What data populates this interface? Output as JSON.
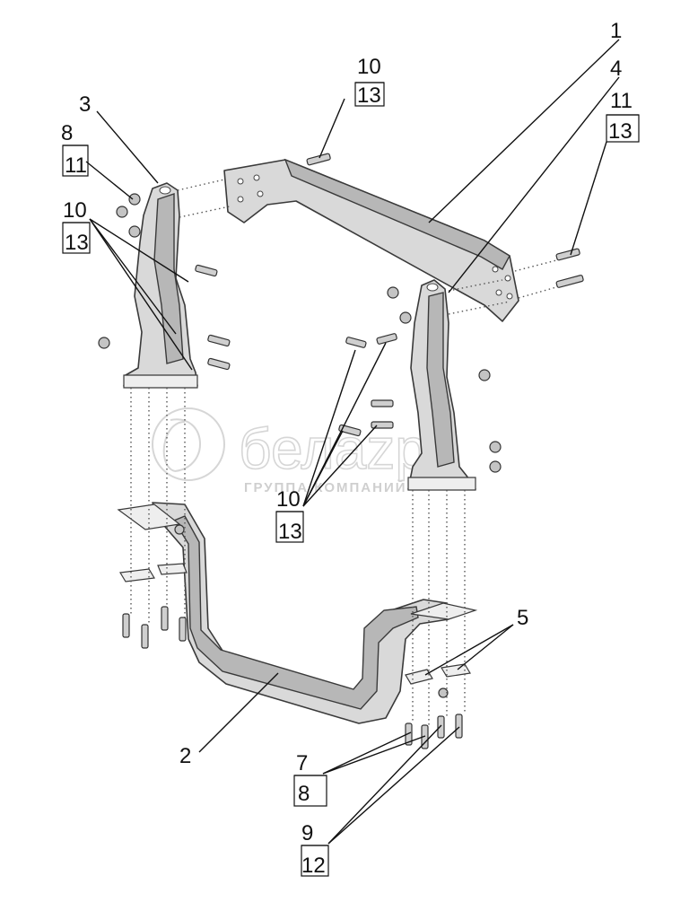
{
  "diagram": {
    "callouts": {
      "c1": "1",
      "c2": "2",
      "c3": "3",
      "c4": "4",
      "c5": "5",
      "c7": "7",
      "c8_top": "8",
      "c8_bottom": "8",
      "c9": "9",
      "c10_top": "10",
      "c10_left": "10",
      "c10_mid": "10",
      "c11_left": "11",
      "c11_right": "11",
      "c12": "12",
      "c13_top": "13",
      "c13_left": "13",
      "c13_right": "13",
      "c13_mid": "13"
    },
    "watermark": {
      "brand": "белаzро",
      "subtitle": "ГРУППА КОМПАНИЙ"
    },
    "colors": {
      "part_fill": "#d9d9d9",
      "outline": "#3a3a3a",
      "watermark": "#d6d6d6"
    }
  }
}
